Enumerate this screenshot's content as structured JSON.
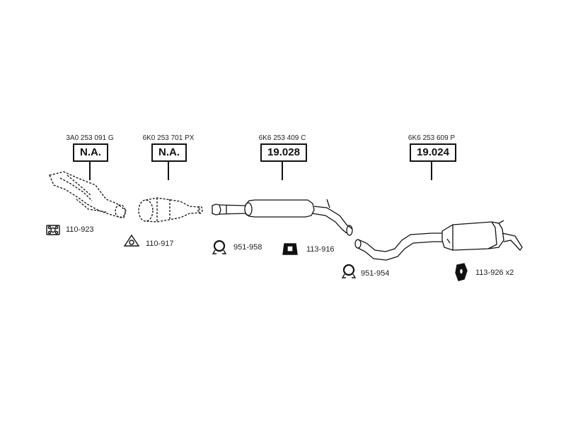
{
  "parts": [
    {
      "oe": "3A0 253 091 G",
      "code": "N.A."
    },
    {
      "oe": "6K0 253 701 PX",
      "code": "N.A."
    },
    {
      "oe": "6K6 253 409 C",
      "code": "19.028"
    },
    {
      "oe": "6K6 253 609 P",
      "code": "19.024"
    }
  ],
  "accessories": [
    {
      "label": "110-923",
      "icon": "gasket-square-icon"
    },
    {
      "label": "110-917",
      "icon": "gasket-triangle-icon"
    },
    {
      "label": "951-958",
      "icon": "clamp-icon"
    },
    {
      "label": "113-916",
      "icon": "rubber-mount-icon"
    },
    {
      "label": "951-954",
      "icon": "clamp-icon"
    },
    {
      "label": "113-926 x2",
      "icon": "rubber-hanger-icon"
    }
  ]
}
